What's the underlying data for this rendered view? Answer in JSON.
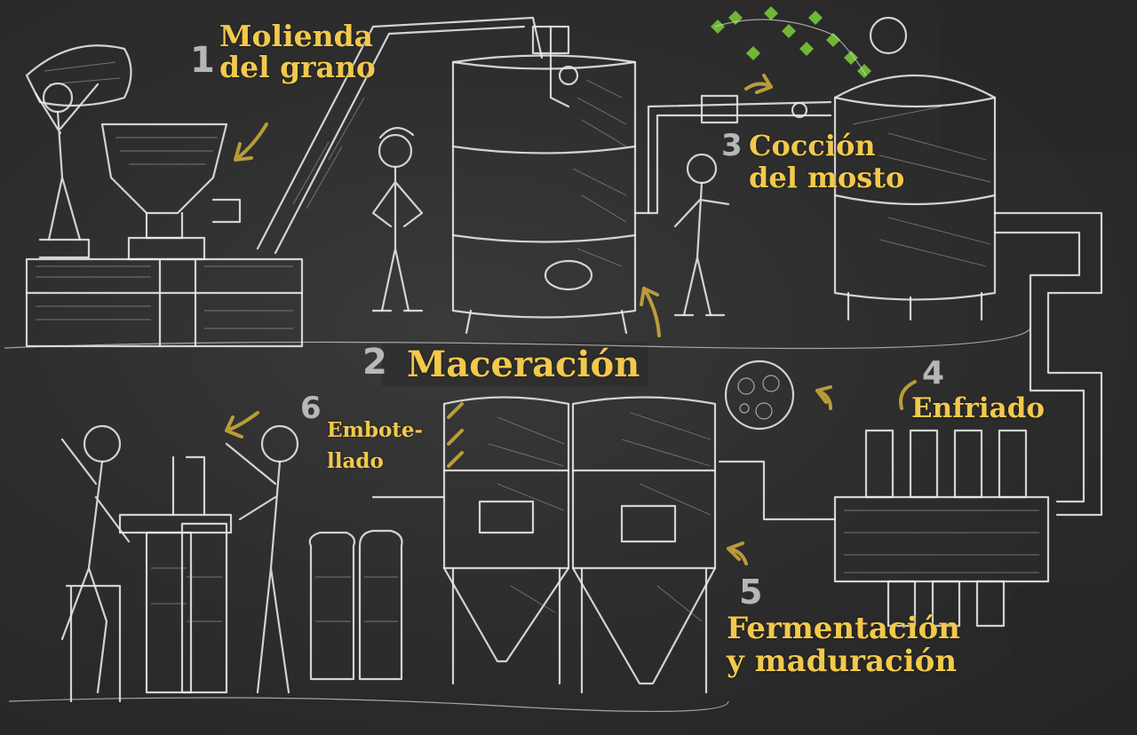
{
  "steps": [
    {
      "number": "1",
      "title_lines": [
        "Molienda",
        "del grano"
      ]
    },
    {
      "number": "2",
      "title_lines": [
        "Maceración"
      ]
    },
    {
      "number": "3",
      "title_lines": [
        "Cocción",
        "del mosto"
      ]
    },
    {
      "number": "4",
      "title_lines": [
        "Enfriado"
      ]
    },
    {
      "number": "5",
      "title_lines": [
        "Fermentación",
        "y maduración"
      ]
    },
    {
      "number": "6",
      "title_lines": [
        "Embote-",
        "llado"
      ]
    }
  ],
  "colors": {
    "board": "#2e2e2e",
    "chalk": "#e9e9e9",
    "label": "#f2c94c",
    "arrow": "#c9a83a",
    "hops": "#7fcf3a"
  },
  "icons": [
    "grain-sack",
    "mill",
    "mash-tun",
    "boil-kettle",
    "hops",
    "heat-exchanger",
    "fermenter",
    "yeast",
    "bottling-machine",
    "bottle",
    "person"
  ]
}
